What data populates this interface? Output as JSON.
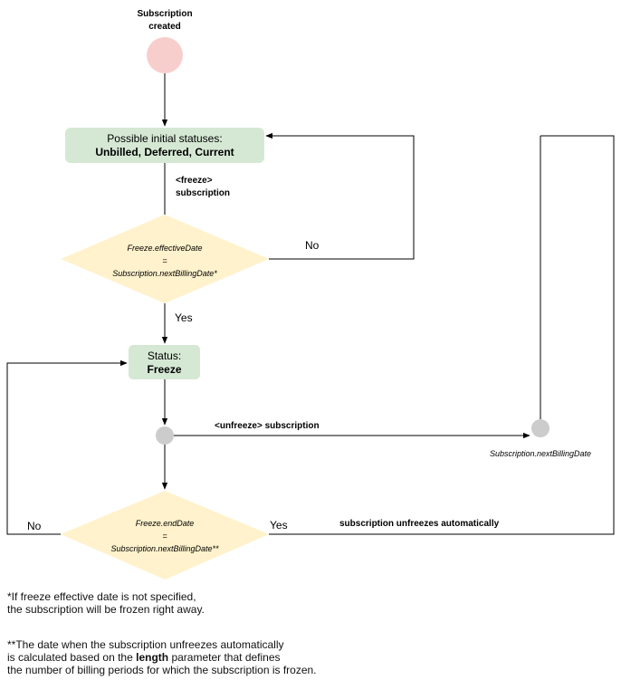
{
  "start": {
    "label_line1": "Subscription",
    "label_line2": "created"
  },
  "initial_box": {
    "line1": "Possible initial statuses:",
    "line2": "Unbilled, Deferred, Current"
  },
  "freeze_edge": {
    "line1": "<freeze>",
    "line2": "subscription"
  },
  "decision1": {
    "line1": "Freeze.effectiveDate",
    "line2": "=",
    "line3": "Subscription.nextBillingDate*"
  },
  "decision1_no": "No",
  "decision1_yes": "Yes",
  "status_box": {
    "line1": "Status:",
    "line2": "Freeze"
  },
  "unfreeze_edge": "<unfreeze> subscription",
  "next_billing_label": "Subscription.nextBillingDate",
  "decision2": {
    "line1": "Freeze.endDate",
    "line2": "=",
    "line3": "Subscription.nextBillingDate**"
  },
  "decision2_no": "No",
  "decision2_yes": "Yes",
  "auto_unfreeze_label": "subscription unfreezes automatically",
  "footnote1": {
    "line1": "*If freeze effective date is not specified,",
    "line2": "the subscription will be frozen right away."
  },
  "footnote2": {
    "line1": "**The date when the subscription unfreezes automatically",
    "line2_pre": "is calculated based on the ",
    "line2_bold": "length",
    "line2_post": " parameter that defines",
    "line3": "the number of billing periods for which the subscription is frozen."
  },
  "colors": {
    "start": "#f8cecc",
    "box": "#d5e8d4",
    "decision": "#fff2cc",
    "junction": "#cccccc",
    "line": "#000000"
  }
}
